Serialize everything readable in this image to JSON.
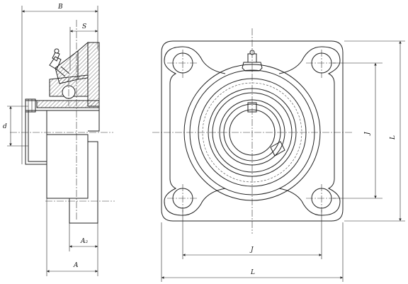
{
  "diagram": {
    "dimension_labels": {
      "B": "B",
      "S": "S",
      "d": "d",
      "A2": "A₂",
      "A": "A",
      "J_vertical": "J",
      "L_vertical": "L",
      "J_horizontal": "J",
      "L_horizontal": "L"
    }
  }
}
